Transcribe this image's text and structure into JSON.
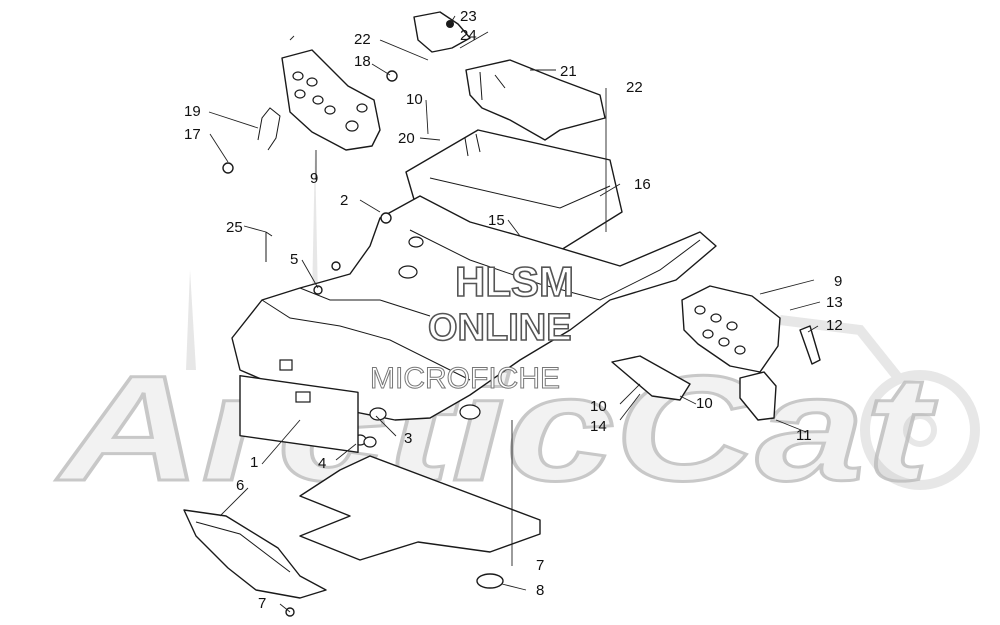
{
  "watermark": {
    "line1": "HLSM",
    "line2": "ONLINE",
    "line3": "MICROFICHE"
  },
  "logo": {
    "text": "ArcticCat"
  },
  "callouts": {
    "c1": "1",
    "c2": "2",
    "c3": "3",
    "c4": "4",
    "c5": "5",
    "c6": "6",
    "c7a": "7",
    "c7b": "7",
    "c8": "8",
    "c9a": "9",
    "c9b": "9",
    "c10a": "10",
    "c10b": "10",
    "c10c": "10",
    "c11": "11",
    "c12": "12",
    "c13": "13",
    "c14": "14",
    "c15": "15",
    "c16": "16",
    "c17": "17",
    "c18": "18",
    "c19": "19",
    "c20": "20",
    "c21": "21",
    "c22a": "22",
    "c22b": "22",
    "c23": "23",
    "c24": "24",
    "c25": "25"
  }
}
